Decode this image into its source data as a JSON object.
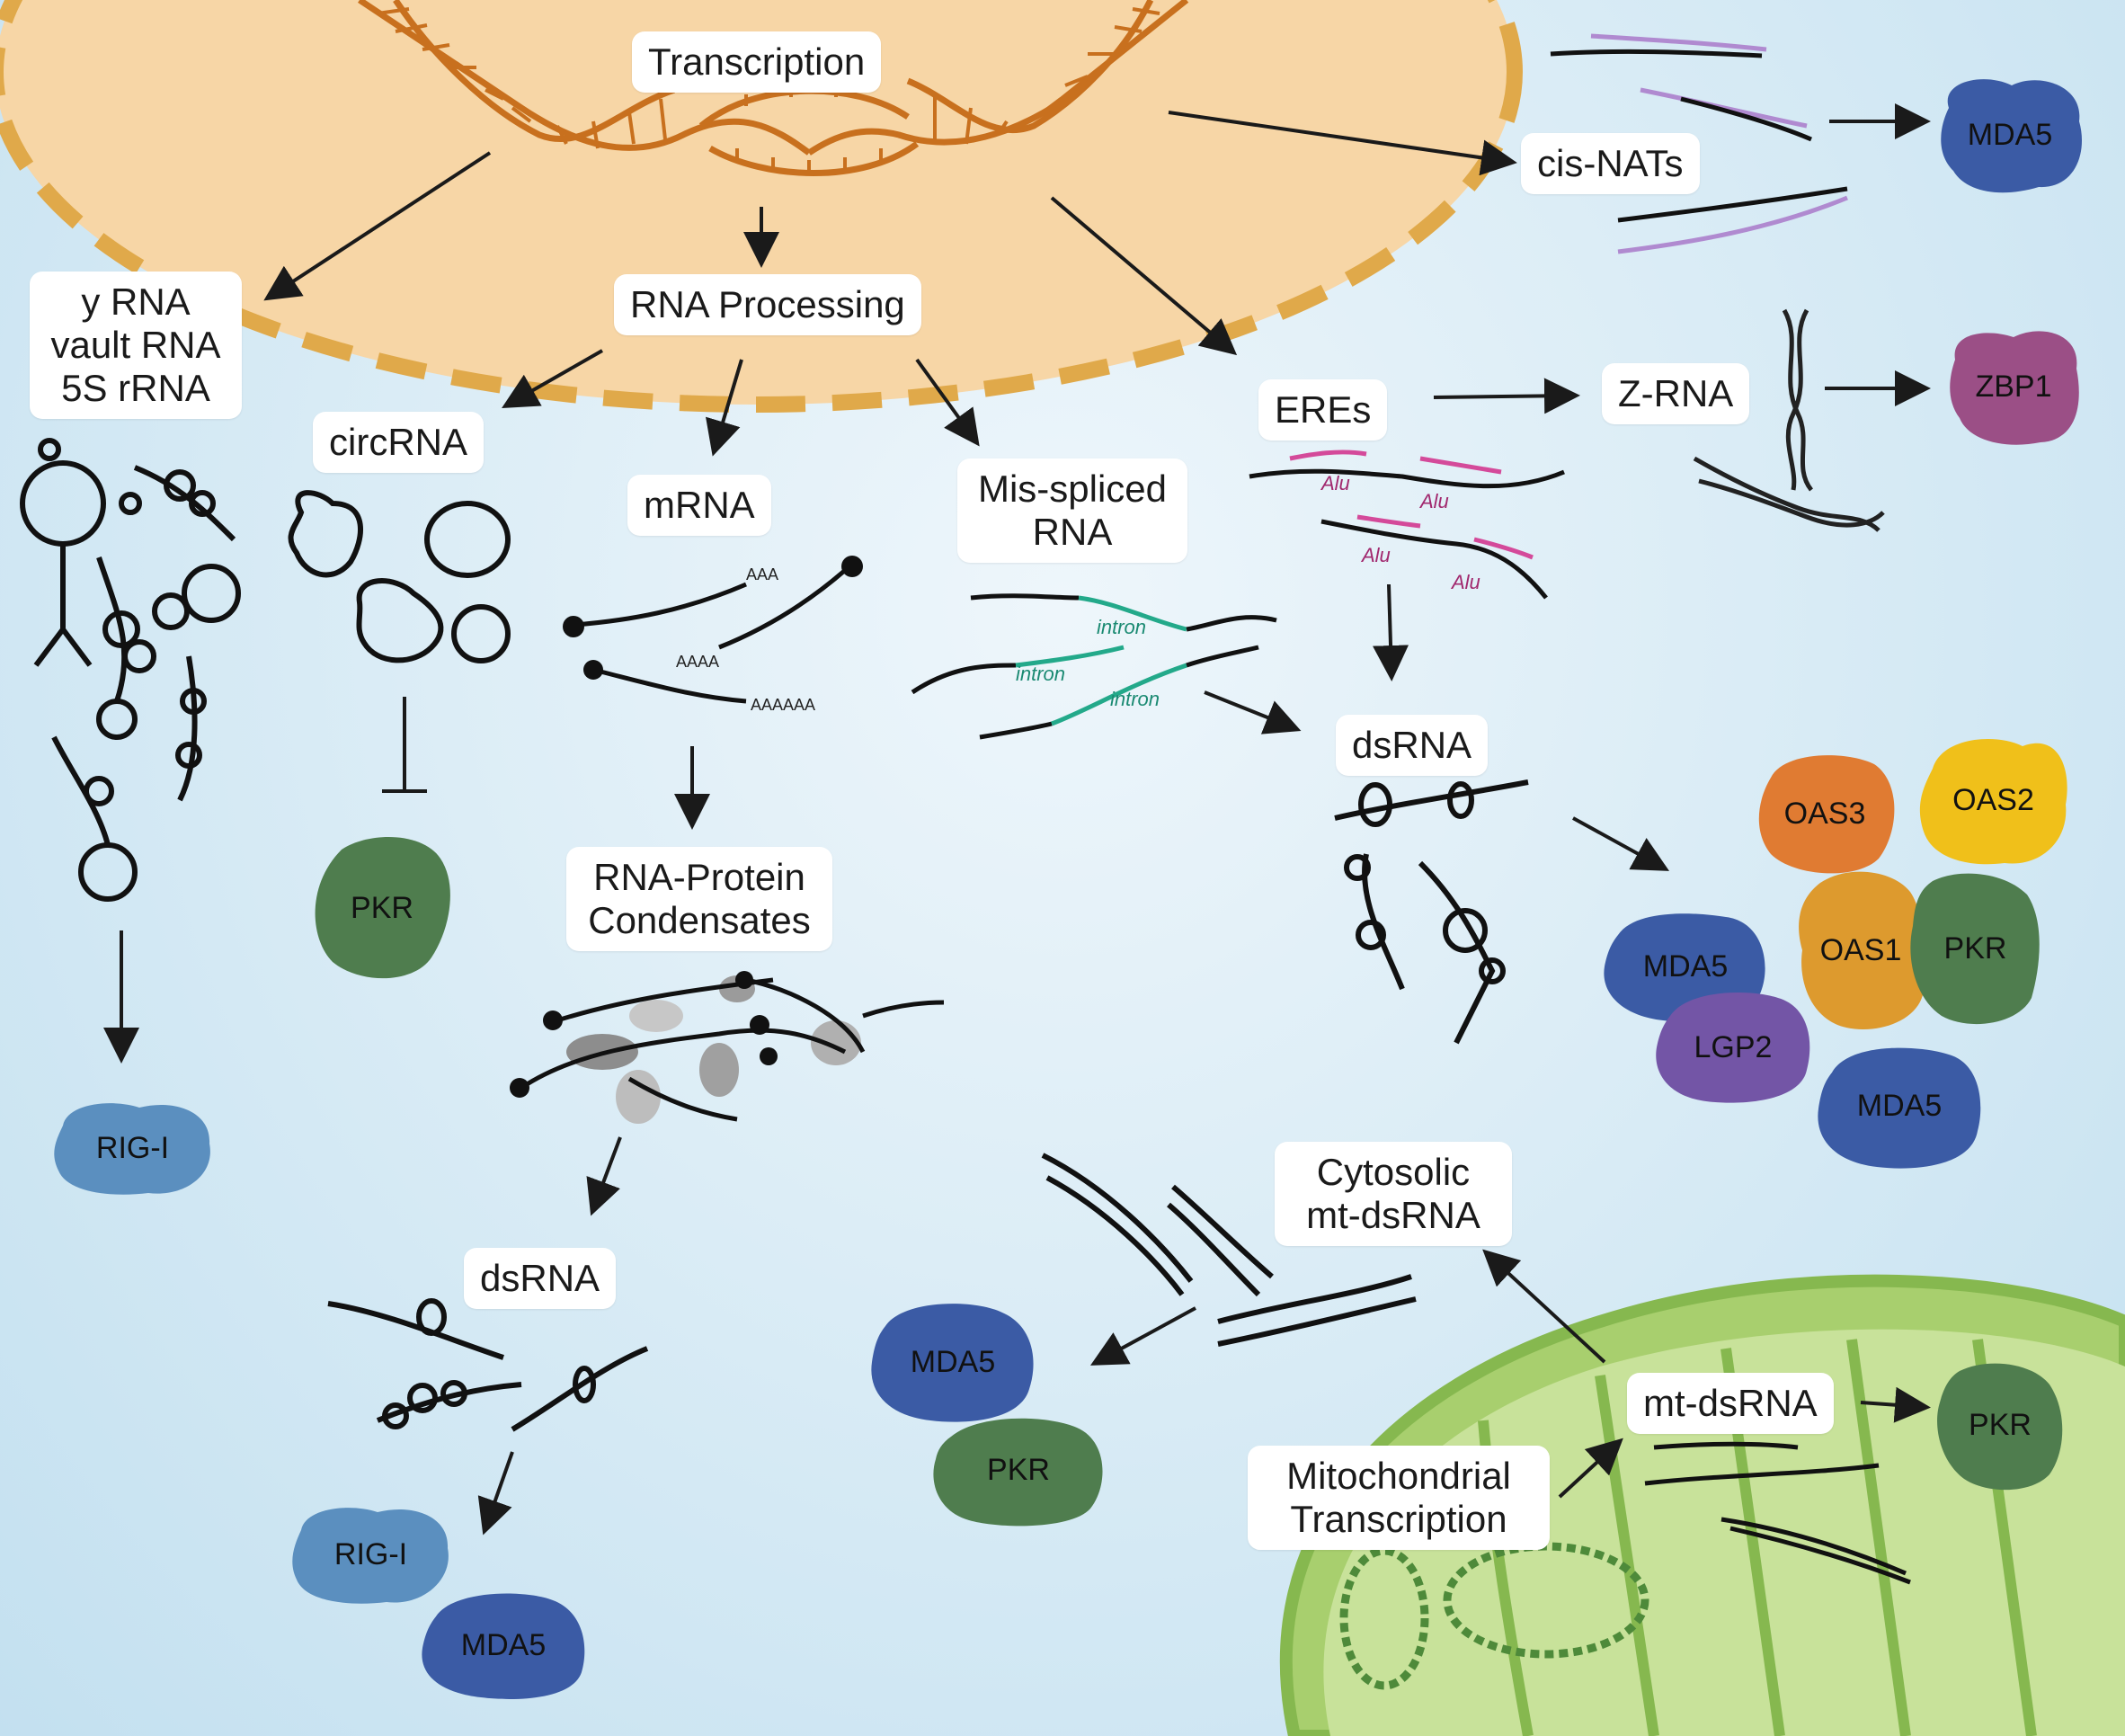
{
  "labels": {
    "transcription": "Transcription",
    "rna_processing": "RNA Processing",
    "yrna_1": "y RNA",
    "yrna_2": "vault RNA",
    "yrna_3": "5S rRNA",
    "circrna": "circRNA",
    "mrna": "mRNA",
    "misspliced_1": "Mis-spliced",
    "misspliced_2": "RNA",
    "eres": "EREs",
    "cis_nats": "cis-NATs",
    "z_rna": "Z-RNA",
    "dsrna_right": "dsRNA",
    "condensates_1": "RNA-Protein",
    "condensates_2": "Condensates",
    "dsrna_left": "dsRNA",
    "cyto_1": "Cytosolic",
    "cyto_2": "mt-dsRNA",
    "mtdsrna": "mt-dsRNA",
    "mito_1": "Mitochondrial",
    "mito_2": "Transcription"
  },
  "annotations": {
    "alu": "Alu",
    "intron": "intron",
    "polya_3": "AAA",
    "polya_4": "AAAA",
    "polya_6": "AAAAAA"
  },
  "proteins": {
    "mda5": "MDA5",
    "zbp1": "ZBP1",
    "pkr": "PKR",
    "rig_i": "RIG-I",
    "oas1": "OAS1",
    "oas2": "OAS2",
    "oas3": "OAS3",
    "lgp2": "LGP2"
  },
  "colors": {
    "nucleus": "#f7d6a6",
    "nucleus_border": "#e0a94a",
    "dna": "#c8701e",
    "mda5": "#3b5ba5",
    "pkr": "#4f7d4e",
    "rig_i": "#5b8fbf",
    "zbp1": "#9b4f86",
    "oas3": "#e07b32",
    "oas2": "#f0c01a",
    "oas1": "#dd9a2e",
    "lgp2": "#7355a6",
    "mito": "#8bbd55",
    "alu": "#d44a9a",
    "intron": "#23a98a",
    "cis_nat": "#b08ad0"
  }
}
